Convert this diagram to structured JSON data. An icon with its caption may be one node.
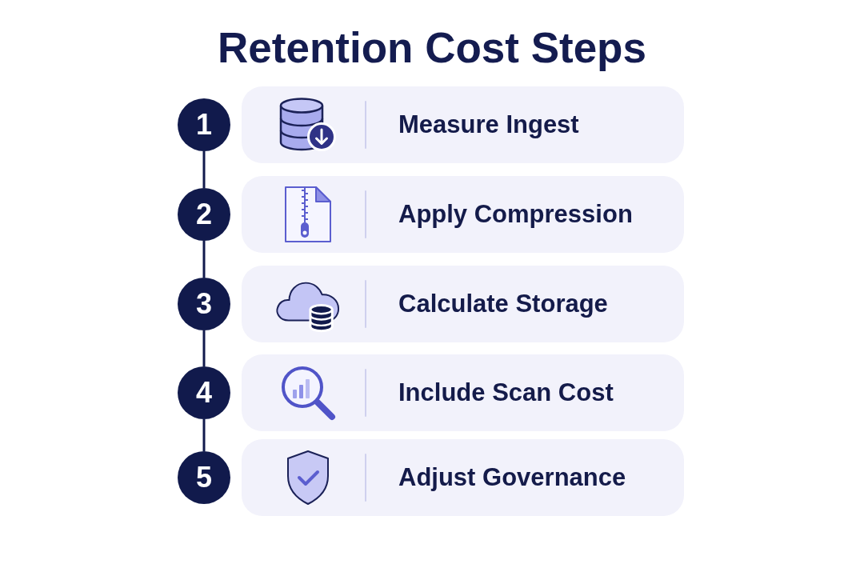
{
  "diagram": {
    "title": "Retention Cost Steps",
    "nodes": [
      {
        "text": [
          "1"
        ]
      },
      {
        "text": [
          "Measure Ingest"
        ]
      },
      {
        "text": [
          "2"
        ]
      },
      {
        "text": [
          "Apply Compression"
        ]
      },
      {
        "text": [
          "3"
        ]
      },
      {
        "text": [
          "Calculate Storage"
        ]
      },
      {
        "text": [
          "4"
        ]
      },
      {
        "text": [
          "Include Scan Cost"
        ]
      },
      {
        "text": [
          "5"
        ]
      },
      {
        "text": [
          "Adjust Governance"
        ]
      }
    ],
    "edges": [
      {
        "from": 0,
        "to": 2,
        "arrow": "none"
      },
      {
        "from": 2,
        "to": 4,
        "arrow": "none"
      },
      {
        "from": 4,
        "to": 6,
        "arrow": "none"
      },
      {
        "from": 6,
        "to": 8,
        "arrow": "none"
      }
    ]
  }
}
